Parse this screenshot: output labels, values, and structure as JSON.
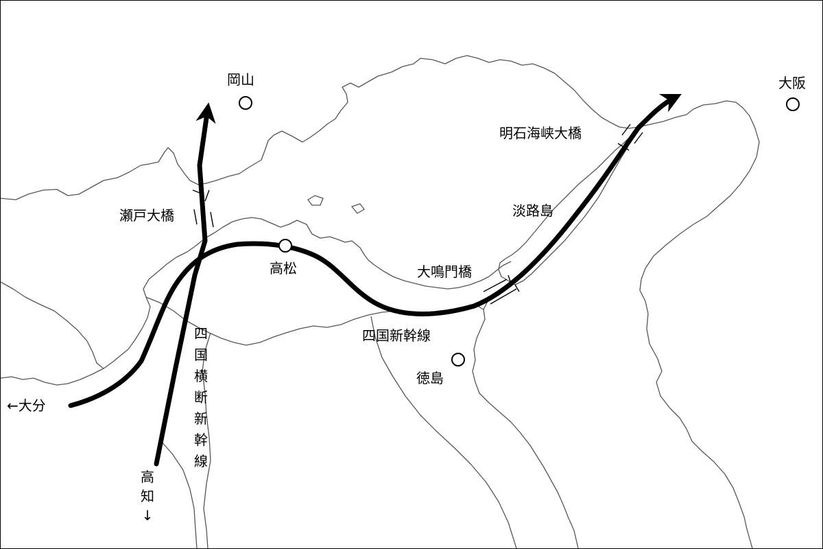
{
  "colors": {
    "background": "#ffffff",
    "coastline": "#555555",
    "railway": "#000000",
    "bridge": "#000000"
  },
  "cities": {
    "okayama": "岡山",
    "osaka": "大阪",
    "takamatsu": "高松",
    "tokushima": "徳島"
  },
  "bridges": {
    "seto_ohashi": "瀬戸大橋",
    "akashi_kaikyo": "明石海峡大橋",
    "naruto": "大鳴門橋"
  },
  "islands": {
    "awaji": "淡路島"
  },
  "lines": {
    "shikoku_shinkansen": "四国新幹線",
    "shikoku_odan_shinkansen": "四国横断新幹線"
  },
  "directions": {
    "oita": "←大分",
    "kochi": "高知↓"
  },
  "icons": {
    "city_marker": "circle-icon",
    "route_arrow": "arrowhead-icon"
  }
}
